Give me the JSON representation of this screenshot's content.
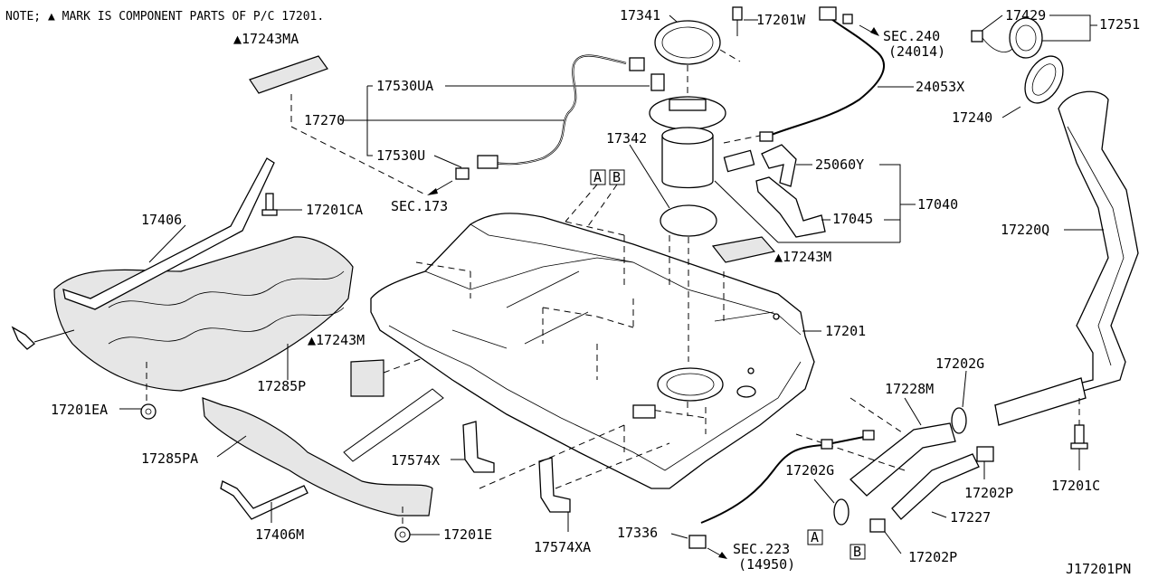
{
  "note": "NOTE; ▲ MARK IS COMPONENT PARTS OF P/C 17201.",
  "diagram_code": "J17201PN",
  "references": {
    "A": "A",
    "B": "B"
  },
  "labels": {
    "17243MA": "▲17243MA",
    "17530UA": "17530UA",
    "17270": "17270",
    "17530U": "17530U",
    "17201CA": "17201CA",
    "SEC173": "SEC.173",
    "17406": "17406",
    "17285P": "17285P",
    "17201EA": "17201EA",
    "17243M_left": "▲17243M",
    "17285PA": "17285PA",
    "17406M": "17406M",
    "17201E": "17201E",
    "17574X": "17574X",
    "17574XA": "17574XA",
    "17341": "17341",
    "17201W": "17201W",
    "17342": "17342",
    "SEC240": "SEC.240",
    "SEC240_sub": "(24014)",
    "24053X": "24053X",
    "25060Y": "25060Y",
    "17040": "17040",
    "17045": "17045",
    "17243M_right": "▲17243M",
    "17201": "17201",
    "17429": "17429",
    "17251": "17251",
    "17240": "17240",
    "17220Q": "17220Q",
    "17202G_top": "17202G",
    "17228M": "17228M",
    "17202G_bottom": "17202G",
    "17202P_mid": "17202P",
    "17201C": "17201C",
    "17227": "17227",
    "17202P_bottom": "17202P",
    "17336": "17336",
    "SEC223": "SEC.223",
    "SEC223_sub": "(14950)"
  }
}
